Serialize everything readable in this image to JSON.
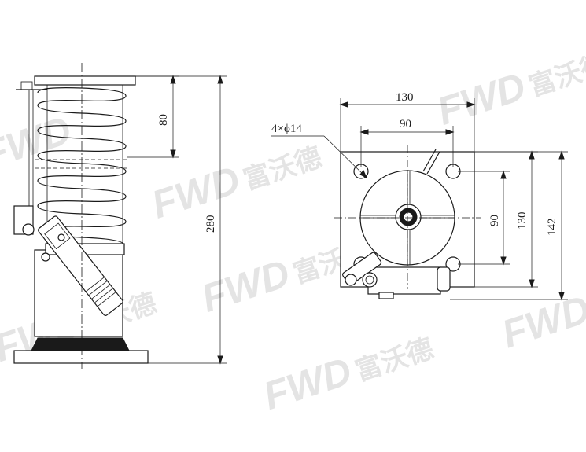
{
  "dimensions": {
    "side_spring_upper": "80",
    "side_total_height": "280",
    "top_overall_width": "130",
    "top_hole_spacing_h": "90",
    "top_holes": "4×ϕ14",
    "top_hole_spacing_v": "90",
    "top_plate_height": "130",
    "top_overall_height": "142"
  },
  "watermark": {
    "brand": "FWD",
    "chinese": "富沃德"
  }
}
